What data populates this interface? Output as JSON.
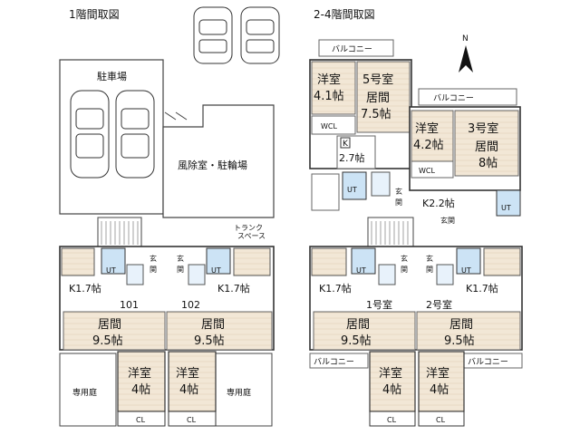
{
  "titles": {
    "floor1": "1階間取図",
    "floor2_4": "2-4階間取図"
  },
  "compass": "N",
  "floor1": {
    "parking": "駐車場",
    "windbreak": "風除室・駐輪場",
    "trunk_space": "トランク\nスペース",
    "unit_101": "101",
    "unit_102": "102",
    "left_k": "K1.7帖",
    "right_k": "K1.7帖",
    "left_living": [
      "居間",
      "9.5帖"
    ],
    "right_living": [
      "居間",
      "9.5帖"
    ],
    "left_western": [
      "洋室",
      "4帖"
    ],
    "right_western": [
      "洋室",
      "4帖"
    ],
    "private_garden": "専用庭",
    "cl": "CL",
    "ut": "UT",
    "genkan": "玄関"
  },
  "floor2_4": {
    "balcony": "バルコニー",
    "unit5_western": [
      "洋室",
      "4.1帖"
    ],
    "unit5_living": [
      "5号室",
      "居間",
      "7.5帖"
    ],
    "wcl": "WCL",
    "k27": [
      "K",
      "2.7帖"
    ],
    "unit3_western": [
      "洋室",
      "4.2帖"
    ],
    "unit3_living": [
      "3号室",
      "居間",
      "8帖"
    ],
    "k22": "K2.2帖",
    "unit1": "1号室",
    "unit2": "2号室",
    "left_k": "K1.7帖",
    "right_k": "K1.7帖",
    "left_living": [
      "居間",
      "9.5帖"
    ],
    "right_living": [
      "居間",
      "9.5帖"
    ],
    "left_western": [
      "洋室",
      "4帖"
    ],
    "right_western": [
      "洋室",
      "4帖"
    ],
    "cl": "CL",
    "ut": "UT",
    "genkan": "玄関"
  }
}
